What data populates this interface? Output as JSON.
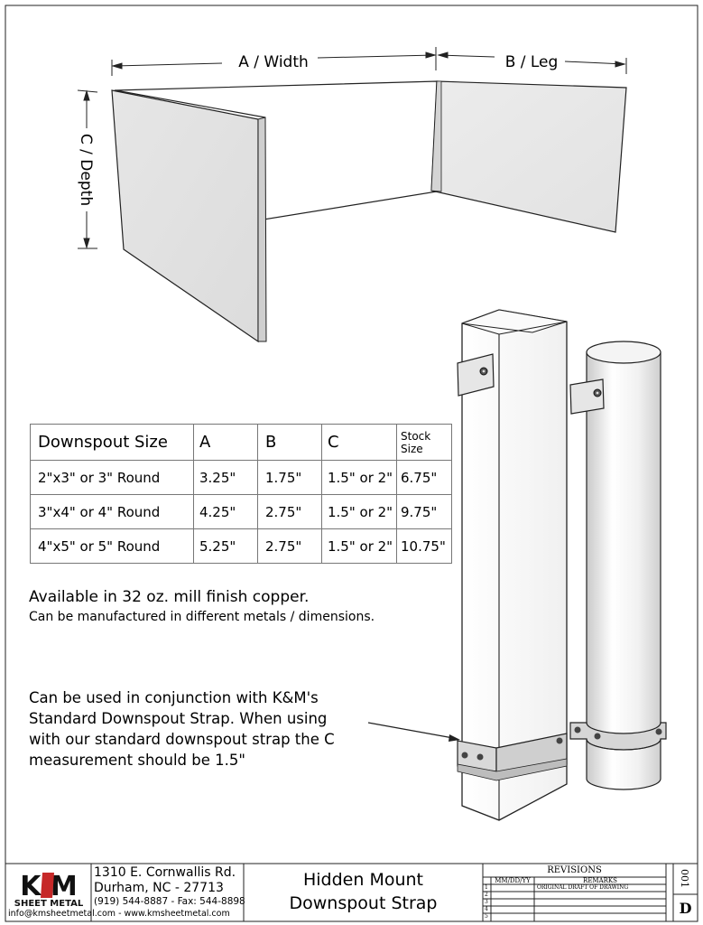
{
  "dimensions": {
    "width_label": "A / Width",
    "leg_label": "B / Leg",
    "depth_label": "C / Depth"
  },
  "spec_table": {
    "headers": [
      "Downspout Size",
      "A",
      "B",
      "C",
      "Stock Size"
    ],
    "rows": [
      [
        "2\"x3\" or 3\" Round",
        "3.25\"",
        "1.75\"",
        "1.5\" or 2\"",
        "6.75\""
      ],
      [
        "3\"x4\" or 4\" Round",
        "4.25\"",
        "2.75\"",
        "1.5\" or 2\"",
        "9.75\""
      ],
      [
        "4\"x5\" or 5\" Round",
        "5.25\"",
        "2.75\"",
        "1.5\" or 2\"",
        "10.75\""
      ]
    ]
  },
  "notes": {
    "material_line1": "Available in 32 oz. mill finish copper.",
    "material_line2": "Can be manufactured in different metals / dimensions.",
    "usage_lines": [
      "Can be used in conjunction with K&M's",
      "Standard Downspout Strap.  When using",
      "with our standard downspout strap the C",
      "measurement should be 1.5\""
    ]
  },
  "title_block": {
    "logo_text": "K M",
    "logo_subtext": "SHEET METAL",
    "address_line1": "1310 E. Cornwallis Rd.",
    "address_line2": "Durham, NC - 27713",
    "phone_line": "(919) 544-8887 - Fax: 544-8898",
    "web_line": "info@kmsheetmetal.com - www.kmsheetmetal.com",
    "drawing_title_line1": "Hidden Mount",
    "drawing_title_line2": "Downspout Strap",
    "revisions_heading": "REVISIONS",
    "rev_col_date": "MM/DD/YY",
    "rev_col_remarks": "REMARKS",
    "rev_numbers": [
      "1",
      "2",
      "3",
      "4",
      "5"
    ],
    "rev_first_remark": "ORIGINAL DRAFT OF DRAWING",
    "sheet_letter": "D",
    "sheet_number": "001"
  },
  "colors": {
    "panel_left": "#e3e3e3",
    "panel_right": "#e8e8e8",
    "square_downspout": "#f4f4f4",
    "round_downspout": "#ececec",
    "logo_red": "#c62828",
    "logo_dark": "#111111"
  }
}
